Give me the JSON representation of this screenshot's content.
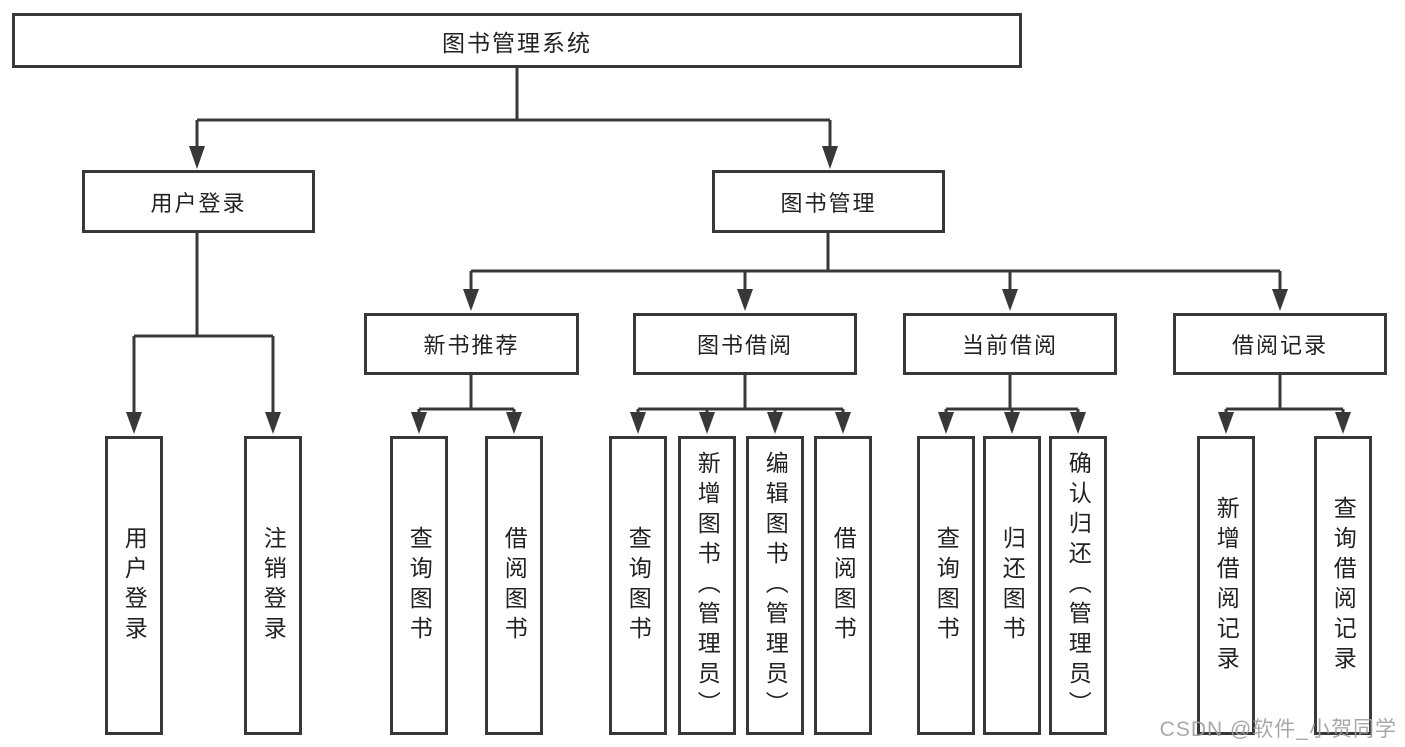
{
  "diagram": {
    "root": {
      "label": "图书管理系统"
    },
    "level2": [
      {
        "label": "用户登录"
      },
      {
        "label": "图书管理"
      }
    ],
    "level3": [
      {
        "label": "新书推荐",
        "parent": "图书管理"
      },
      {
        "label": "图书借阅",
        "parent": "图书管理"
      },
      {
        "label": "当前借阅",
        "parent": "图书管理"
      },
      {
        "label": "借阅记录",
        "parent": "图书管理"
      }
    ],
    "leaves": [
      {
        "label": "用户登录",
        "parent": "用户登录"
      },
      {
        "label": "注销登录",
        "parent": "用户登录"
      },
      {
        "label": "查询图书",
        "parent": "新书推荐"
      },
      {
        "label": "借阅图书",
        "parent": "新书推荐"
      },
      {
        "label": "查询图书",
        "parent": "图书借阅"
      },
      {
        "label": "新增图书（管理员）",
        "parent": "图书借阅"
      },
      {
        "label": "编辑图书（管理员）",
        "parent": "图书借阅"
      },
      {
        "label": "借阅图书",
        "parent": "图书借阅"
      },
      {
        "label": "查询图书",
        "parent": "当前借阅"
      },
      {
        "label": "归还图书",
        "parent": "当前借阅"
      },
      {
        "label": "确认归还（管理员）",
        "parent": "当前借阅"
      },
      {
        "label": "新增借阅记录",
        "parent": "借阅记录"
      },
      {
        "label": "查询借阅记录",
        "parent": "借阅记录"
      }
    ],
    "watermark": "CSDN @软件_小贺同学",
    "colors": {
      "line": "#383838",
      "box_border": "#383838",
      "text": "#222222",
      "watermark": "#9e9e9e",
      "background": "#ffffff"
    }
  }
}
